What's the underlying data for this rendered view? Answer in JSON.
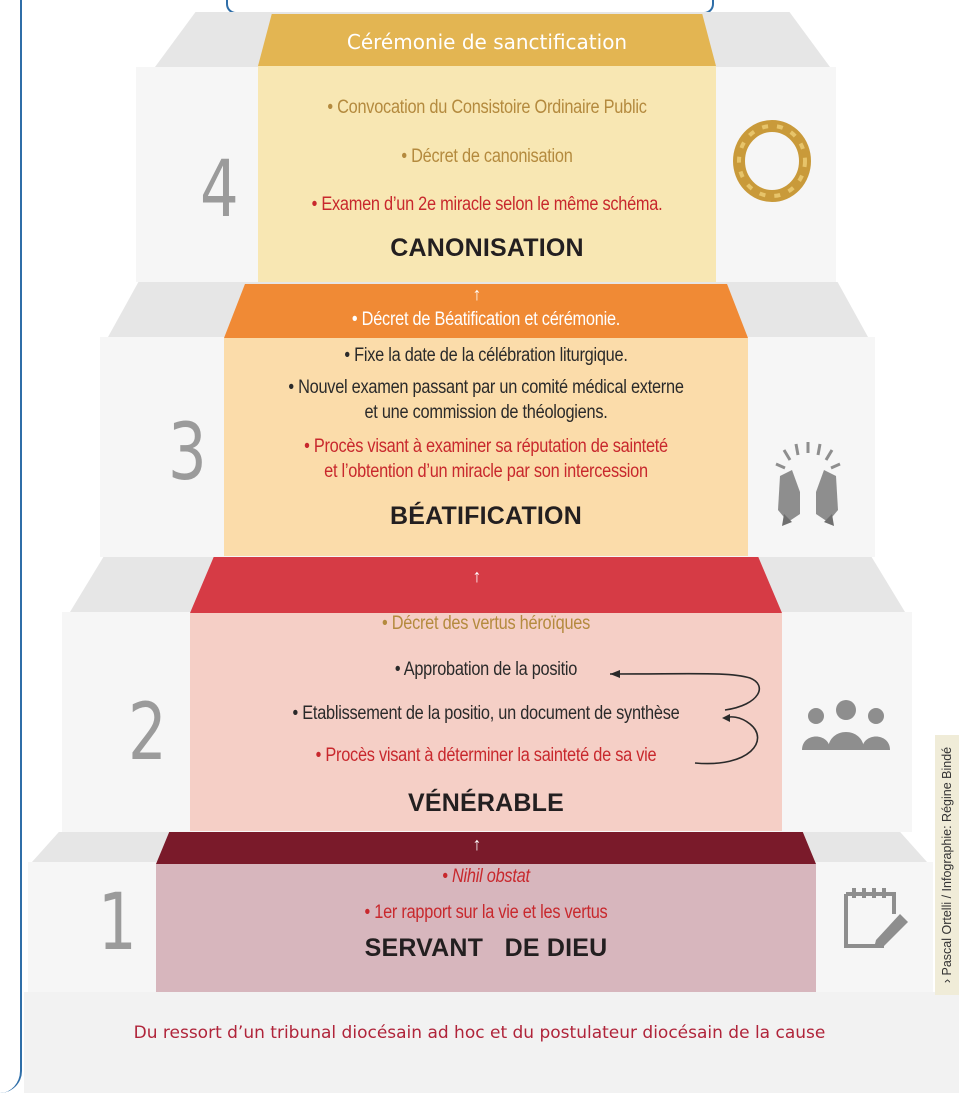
{
  "ceremony": "Cérémonie de sanctification",
  "footer": "Du ressort d’un tribunal diocésain ad hoc et du postulateur diocésain de la cause",
  "credit": "› Pascal Ortelli / Infographie: Régine Bindé",
  "steps": [
    {
      "number": "1",
      "title": "SERVANT   DE DIEU",
      "lines": [
        "• Nihil obstat",
        "• 1er rapport sur la vie et les vertus"
      ],
      "icon": "notepad-pencil-icon"
    },
    {
      "number": "2",
      "title": "VÉNÉRABLE",
      "lines": [
        "• Décret des vertus héroïques",
        "• Approbation de la positio",
        "• Etablissement de la positio, un document de synthèse",
        "• Procès visant à déterminer la sainteté de sa vie"
      ],
      "icon": "group-people-icon"
    },
    {
      "number": "3",
      "title": "BÉATIFICATION",
      "lines": [
        "• Décret de Béatification et cérémonie.",
        "• Fixe la date de la célébration liturgique.",
        "• Nouvel examen passant par un comité médical externe",
        "et une commission de théologiens.",
        "• Procès visant à examiner sa réputation de sainteté",
        "et l’obtention d’un miracle par son intercession"
      ],
      "icon": "praying-hands-icon"
    },
    {
      "number": "4",
      "title": "CANONISATION",
      "lines": [
        "• Convocation du Consistoire Ordinaire Public",
        "• Décret de canonisation",
        "• Examen d’un 2e miracle selon le même schéma."
      ],
      "icon": "halo-icon"
    }
  ],
  "colors": {
    "step1_top": "#7a1a2a",
    "step1_panel": "#d7b6bd",
    "step2_top": "#d63b45",
    "step2_panel": "#f5cfc6",
    "step3_top": "#f08a35",
    "step3_panel": "#fbdcaa",
    "step4_top": "#e3b552",
    "step4_panel": "#f8e7b3",
    "red_text": "#c8282d",
    "gold_text": "#b48a3e"
  }
}
